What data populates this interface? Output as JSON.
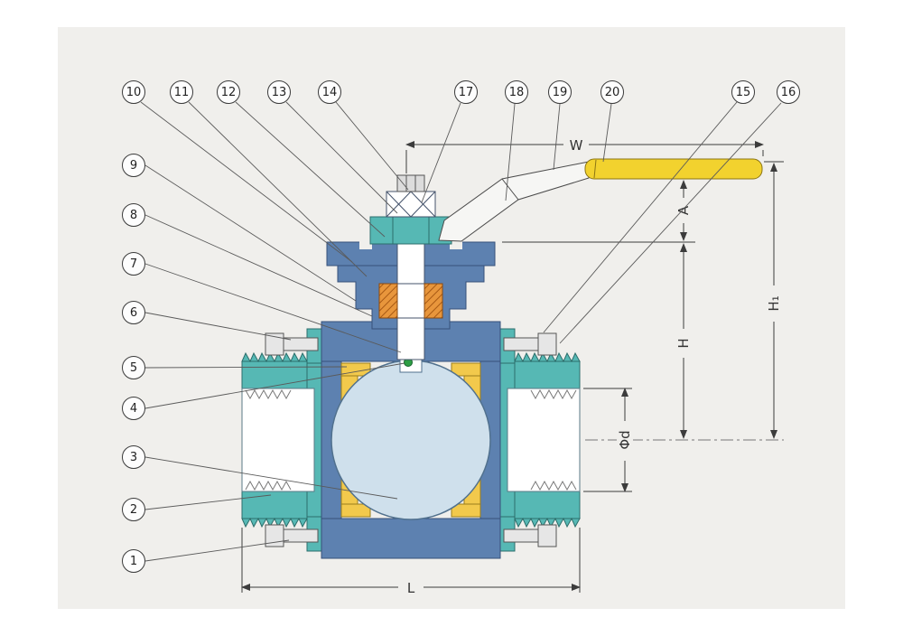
{
  "diagram": {
    "type": "ball-valve-cross-section-technical-drawing",
    "callouts": [
      "1",
      "2",
      "3",
      "4",
      "5",
      "6",
      "7",
      "8",
      "9",
      "10",
      "11",
      "12",
      "13",
      "14",
      "15",
      "16",
      "17",
      "18",
      "19",
      "20"
    ],
    "dimensions": {
      "w": "W",
      "a": "A",
      "h1": "H₁",
      "h": "H",
      "d": "Φd",
      "l": "L"
    },
    "colors": {
      "panel_background": "#f0efec",
      "body_blue": "#5d81b0",
      "end_cap_teal": "#56b8b4",
      "seat_yellow": "#f2c94c",
      "ball_light_blue": "#cfe0ec",
      "handle_yellow": "#f2d22e",
      "packing_orange": "#e8963c",
      "pin_green": "#2e9e44",
      "line": "#3c3c3c"
    }
  }
}
